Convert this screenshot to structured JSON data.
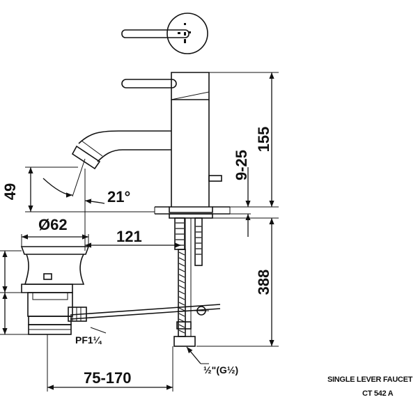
{
  "dimensions": {
    "height_total": "155",
    "aerator_range": "9-25",
    "spout_height": "49",
    "angle": "21°",
    "waste_diameter": "Ø62",
    "reach": "121",
    "tail_length": "388",
    "waste_range": "75-170",
    "waste_thread": "PF1¼",
    "connection_thread": "½\"(G½)"
  },
  "caption": {
    "title": "SINGLE LEVER FAUCET",
    "model": "CT 542 A"
  }
}
